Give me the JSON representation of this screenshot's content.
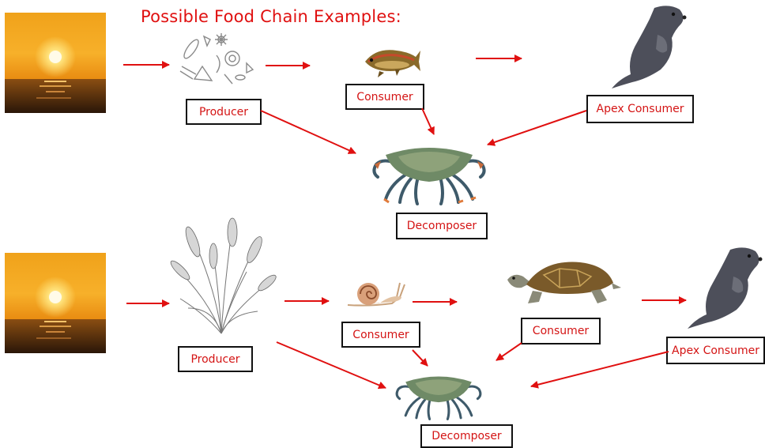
{
  "title": "Possible Food Chain Examples:",
  "chain1": {
    "producer": "Producer",
    "consumer": "Consumer",
    "apex": "Apex Consumer",
    "decomposer": "Decomposer"
  },
  "chain2": {
    "producer": "Producer",
    "consumer1": "Consumer",
    "consumer2": "Consumer",
    "apex": "Apex Consumer",
    "decomposer": "Decomposer"
  },
  "colors": {
    "title": "#e01010",
    "arrow": "#e01010",
    "label_text": "#d41414",
    "label_border": "#111111"
  },
  "icons": [
    "sunset-image",
    "phytoplankton-image",
    "fish-image",
    "otter-image",
    "crab-image",
    "grass-image",
    "snail-image",
    "turtle-image"
  ]
}
